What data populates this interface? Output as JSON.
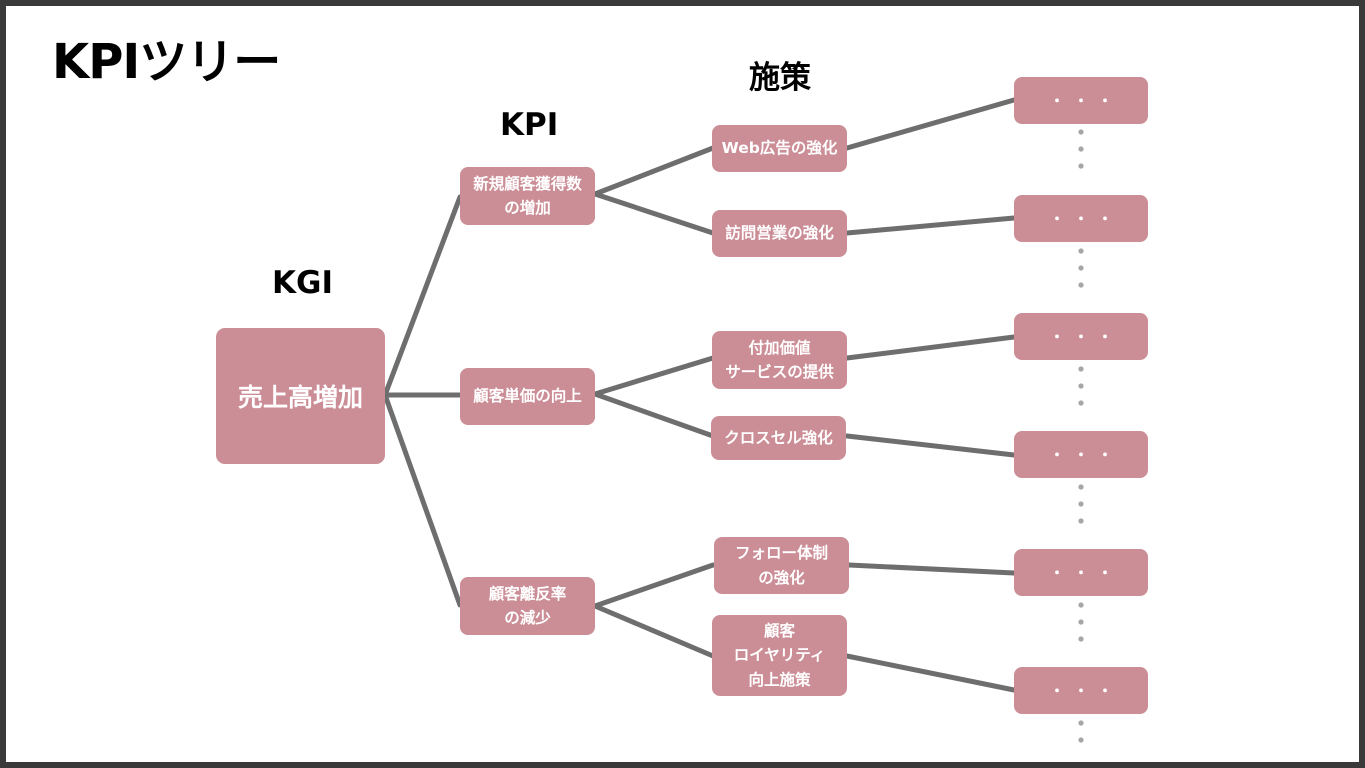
{
  "title": "KPIツリー",
  "labels": {
    "kgi": "KGI",
    "kpi": "KPI",
    "measures": "施策"
  },
  "kgi": {
    "text": "売上高増加"
  },
  "kpis": [
    {
      "line1": "新規顧客獲得数",
      "line2": "の増加"
    },
    {
      "line1": "顧客単価の向上"
    },
    {
      "line1": "顧客離反率",
      "line2": "の減少"
    }
  ],
  "measures": [
    {
      "line1": "Web広告の強化"
    },
    {
      "line1": "訪問営業の強化"
    },
    {
      "line1": "付加価値",
      "line2": "サービスの提供"
    },
    {
      "line1": "クロスセル強化"
    },
    {
      "line1": "フォロー体制",
      "line2": "の強化"
    },
    {
      "line1": "顧客",
      "line2": "ロイヤリティ",
      "line3": "向上施策"
    }
  ],
  "details": [
    {
      "text": "・・・"
    },
    {
      "text": "・・・"
    },
    {
      "text": "・・・"
    },
    {
      "text": "・・・"
    },
    {
      "text": "・・・"
    },
    {
      "text": "・・・"
    }
  ],
  "colors": {
    "box": "#cc8e96",
    "line": "#6e6e6e",
    "dots": "#a6a6a6",
    "frame": "#3a3a3a"
  }
}
